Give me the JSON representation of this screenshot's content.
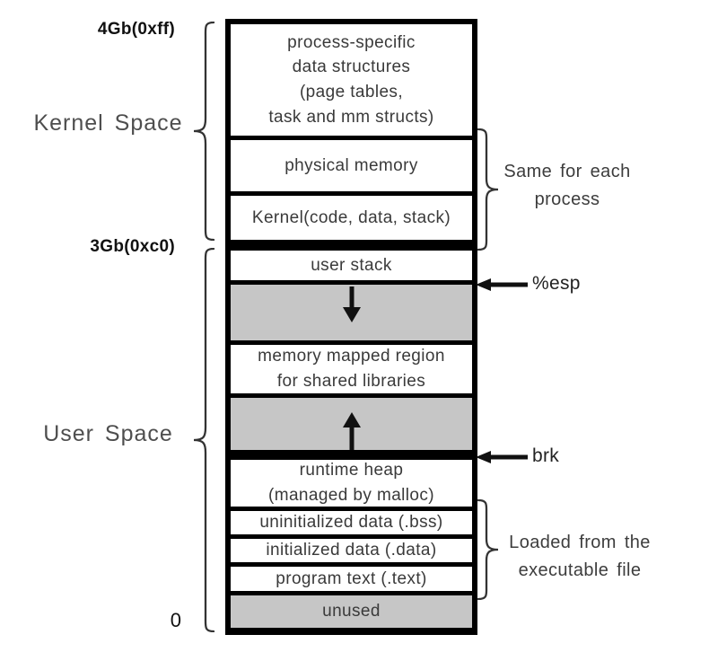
{
  "diagram": {
    "left_labels": {
      "addr_top": "4Gb(0xff)",
      "kernel_space": "Kernel Space",
      "addr_mid": "3Gb(0xc0)",
      "user_space": "User Space",
      "addr_bottom": "0"
    },
    "segments": [
      {
        "label": "process-specific\ndata structures\n(page tables,\ntask and mm structs)",
        "fill": "white"
      },
      {
        "label": "physical memory",
        "fill": "white"
      },
      {
        "label": "Kernel(code, data, stack)",
        "fill": "white"
      },
      {
        "label": "user stack",
        "fill": "white"
      },
      {
        "label": "",
        "fill": "gray",
        "arrow": "down"
      },
      {
        "label": "memory mapped region\nfor shared libraries",
        "fill": "white"
      },
      {
        "label": "",
        "fill": "gray",
        "arrow": "up"
      },
      {
        "label": "runtime heap\n(managed by malloc)",
        "fill": "white"
      },
      {
        "label": "uninitialized data (.bss)",
        "fill": "white"
      },
      {
        "label": "initialized data (.data)",
        "fill": "white"
      },
      {
        "label": "program text (.text)",
        "fill": "white"
      },
      {
        "label": "unused",
        "fill": "gray"
      }
    ],
    "right_annotations": {
      "same_for_each": "Same for each\nprocess",
      "esp_label": "%esp",
      "brk_label": "brk",
      "loaded_from": "Loaded from the\nexecutable file"
    },
    "colors": {
      "gray_fill": "#c6c6c6",
      "border": "#000000",
      "box_text": "#3a3a3a",
      "side_text": "#4e4e4e"
    }
  }
}
